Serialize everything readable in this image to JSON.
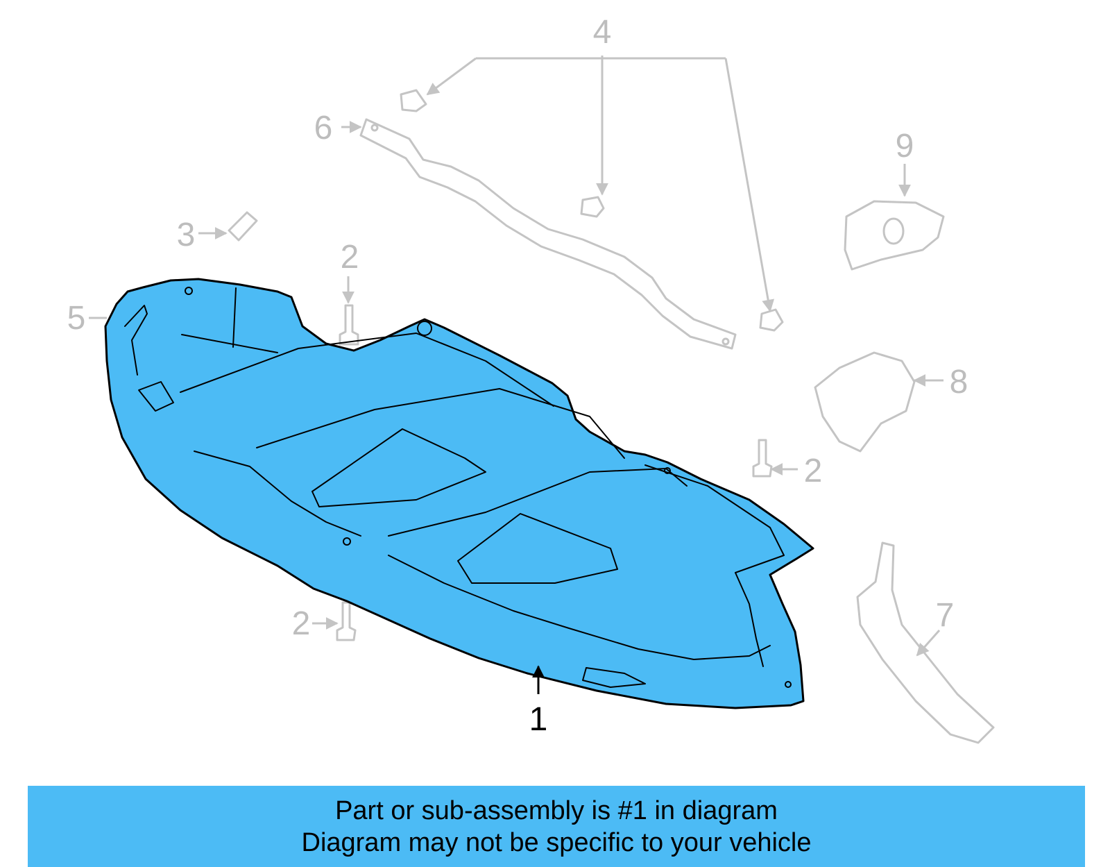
{
  "colors": {
    "highlight_fill": "#4cbbf5",
    "banner_fill": "#4cbbf5",
    "ghost_stroke": "#c4c4c4",
    "outline": "#000000"
  },
  "callouts": {
    "part_1": "1",
    "part_2a": "2",
    "part_2b": "2",
    "part_2c": "2",
    "part_3": "3",
    "part_4": "4",
    "part_5": "5",
    "part_6": "6",
    "part_7": "7",
    "part_8": "8",
    "part_9": "9"
  },
  "banner": {
    "line1": "Part or sub-assembly is #1 in diagram",
    "line2": "Diagram may not be specific to your vehicle"
  }
}
